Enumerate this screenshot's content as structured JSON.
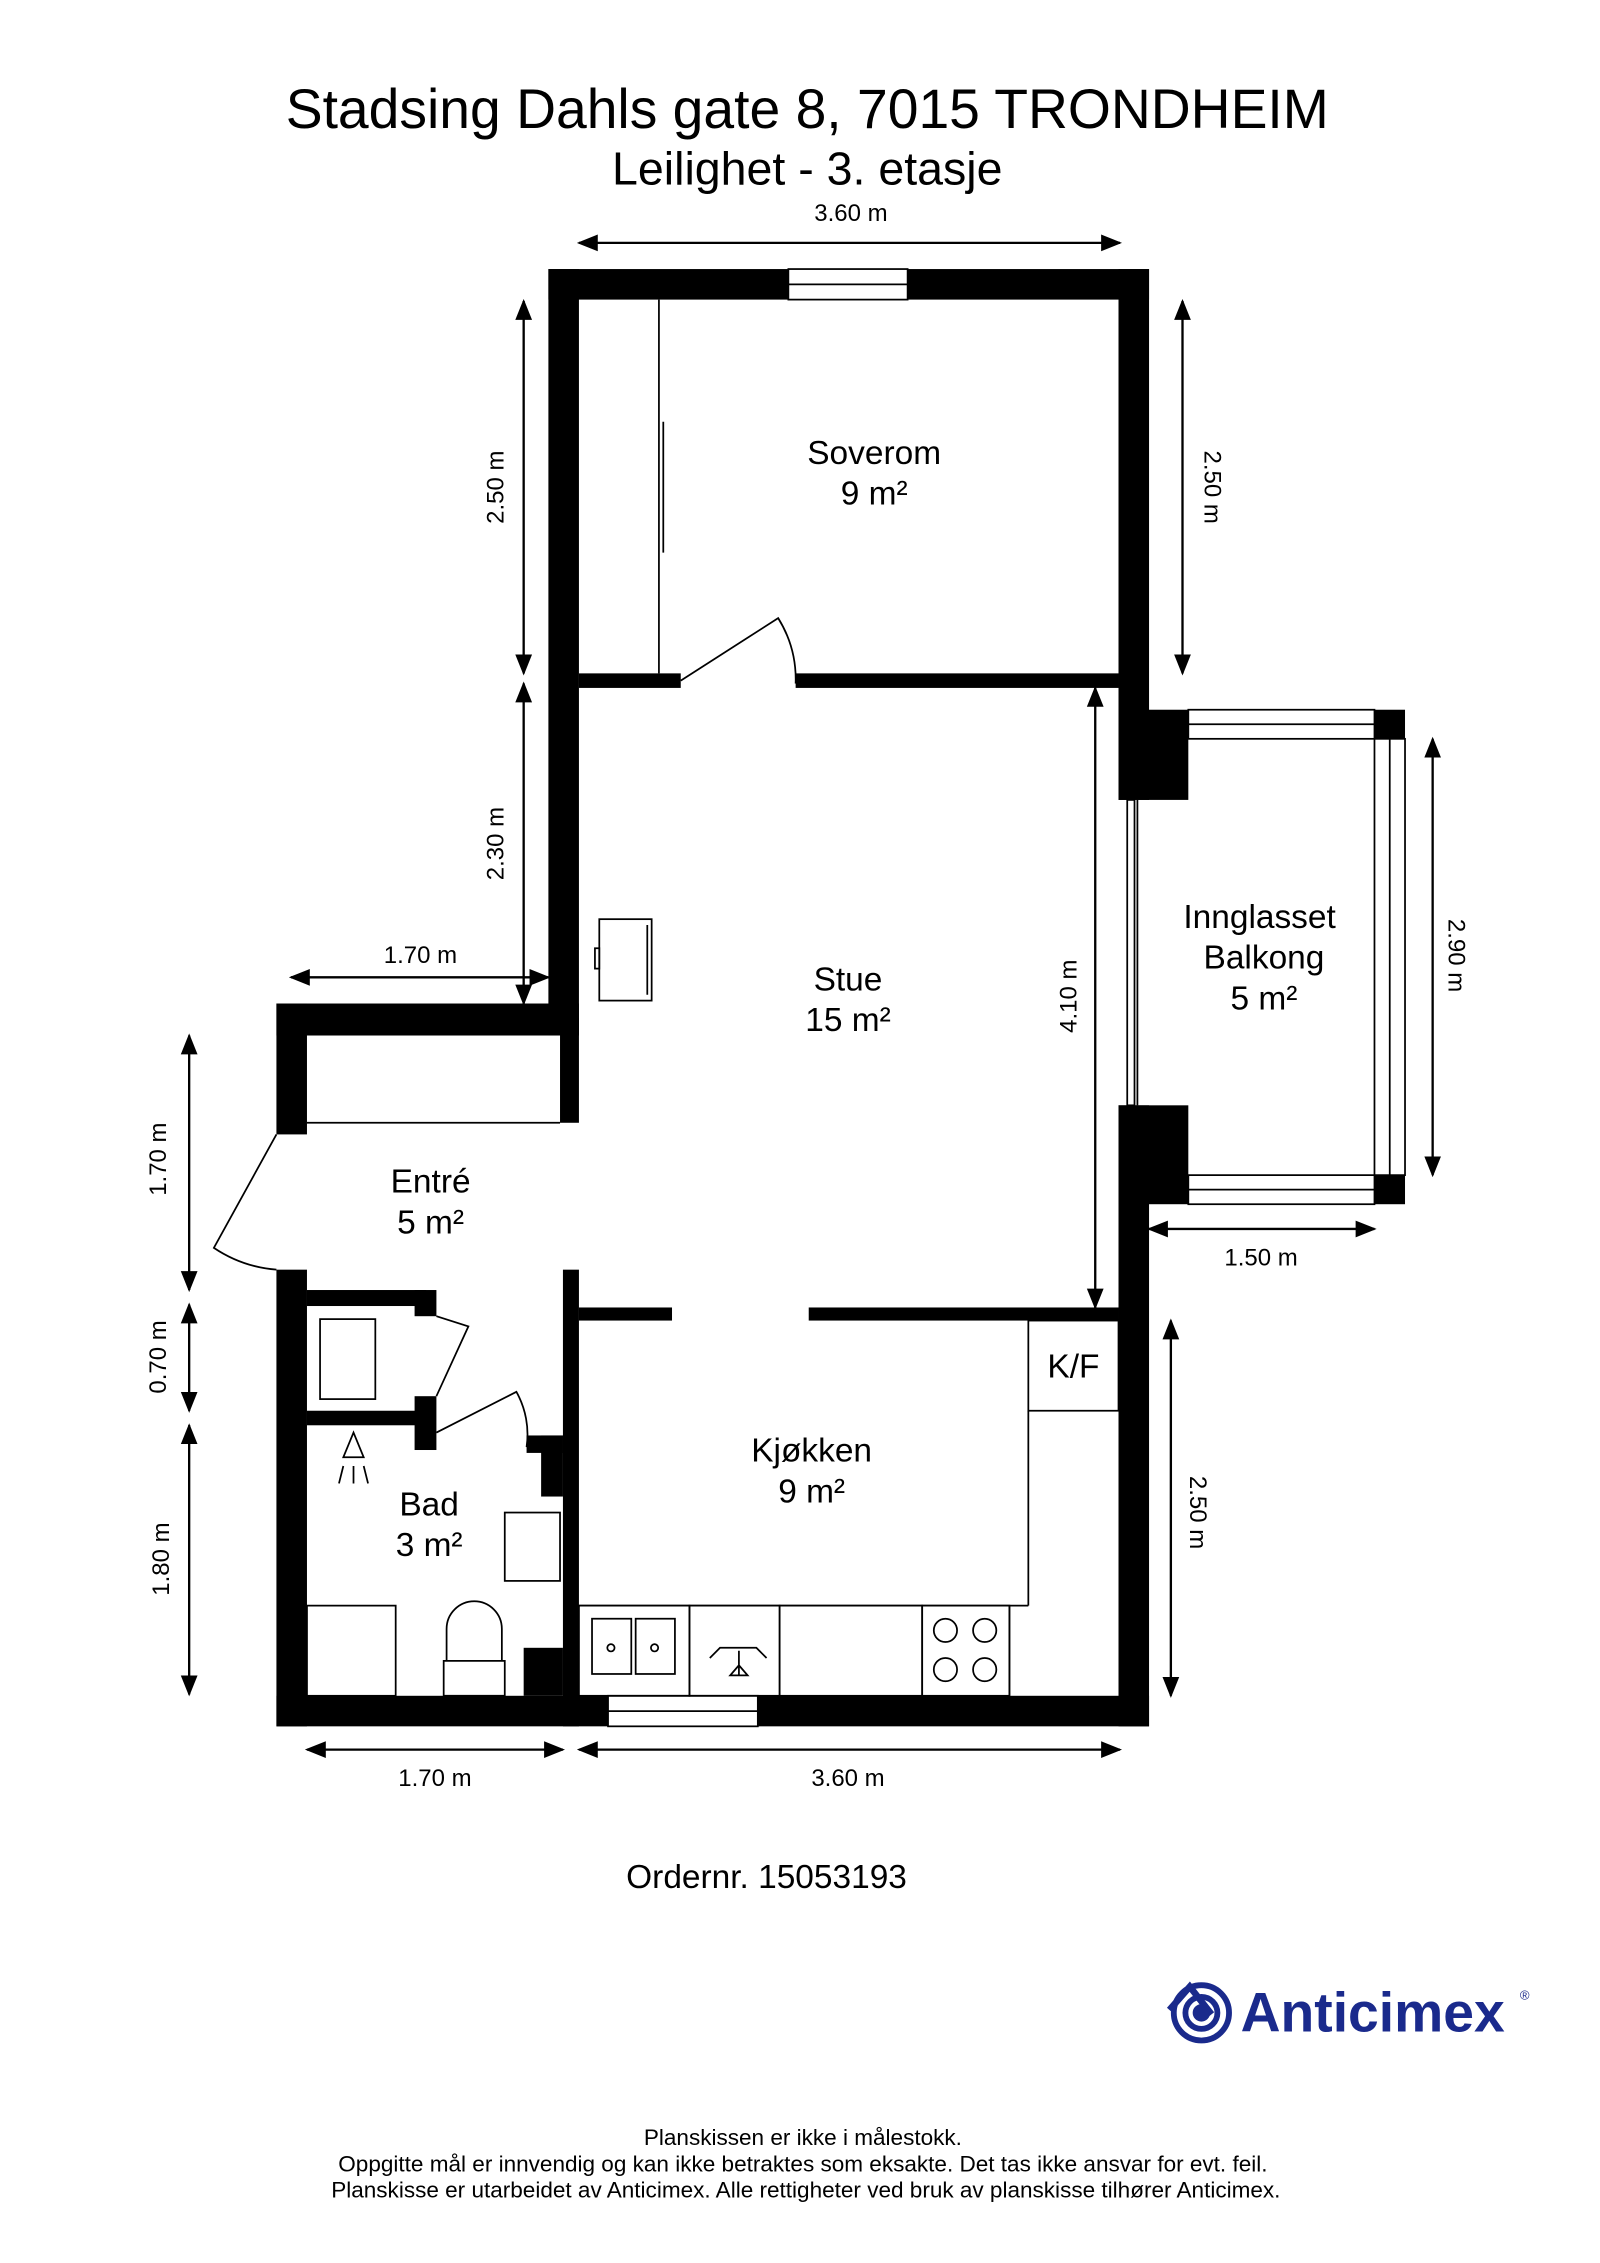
{
  "header": {
    "title": "Stadsing Dahls gate 8, 7015 TRONDHEIM",
    "subtitle": "Leilighet - 3. etasje"
  },
  "rooms": [
    {
      "name": "Soverom",
      "area": "9 m²"
    },
    {
      "name": "Stue",
      "area": "15 m²"
    },
    {
      "name_line1": "Innglasset",
      "name_line2": "Balkong",
      "area": "5 m²"
    },
    {
      "name": "Entré",
      "area": "5 m²"
    },
    {
      "name": "Bad",
      "area": "3 m²"
    },
    {
      "name": "Kjøkken",
      "area": "9 m²"
    },
    {
      "name": "K/F"
    }
  ],
  "dimensions": {
    "top_width": "3.60 m",
    "bedroom_left_height": "2.50 m",
    "living_left_height": "2.30 m",
    "entry_top_width": "1.70 m",
    "bedroom_right_height": "2.50 m",
    "living_height": "4.10 m",
    "balcony_height": "2.90 m",
    "balcony_width": "1.50 m",
    "kitchen_right_height": "2.50 m",
    "entry_left_height": "1.70 m",
    "closet_height": "0.70 m",
    "bath_height": "1.80 m",
    "bottom_left_width": "1.70 m",
    "bottom_right_width": "3.60 m"
  },
  "order": "Ordernr. 15053193",
  "logo": {
    "text": "Anticimex",
    "color": "#1a2a8c",
    "icon": "anticimex-logo-icon"
  },
  "footer": [
    "Planskissen er ikke i målestokk.",
    "Oppgitte mål er innvendig og kan ikke betraktes som eksakte. Det tas ikke ansvar for evt. feil.",
    "Planskisse er utarbeidet av Anticimex. Alle rettigheter ved bruk av planskisse tilhører Anticimex."
  ]
}
